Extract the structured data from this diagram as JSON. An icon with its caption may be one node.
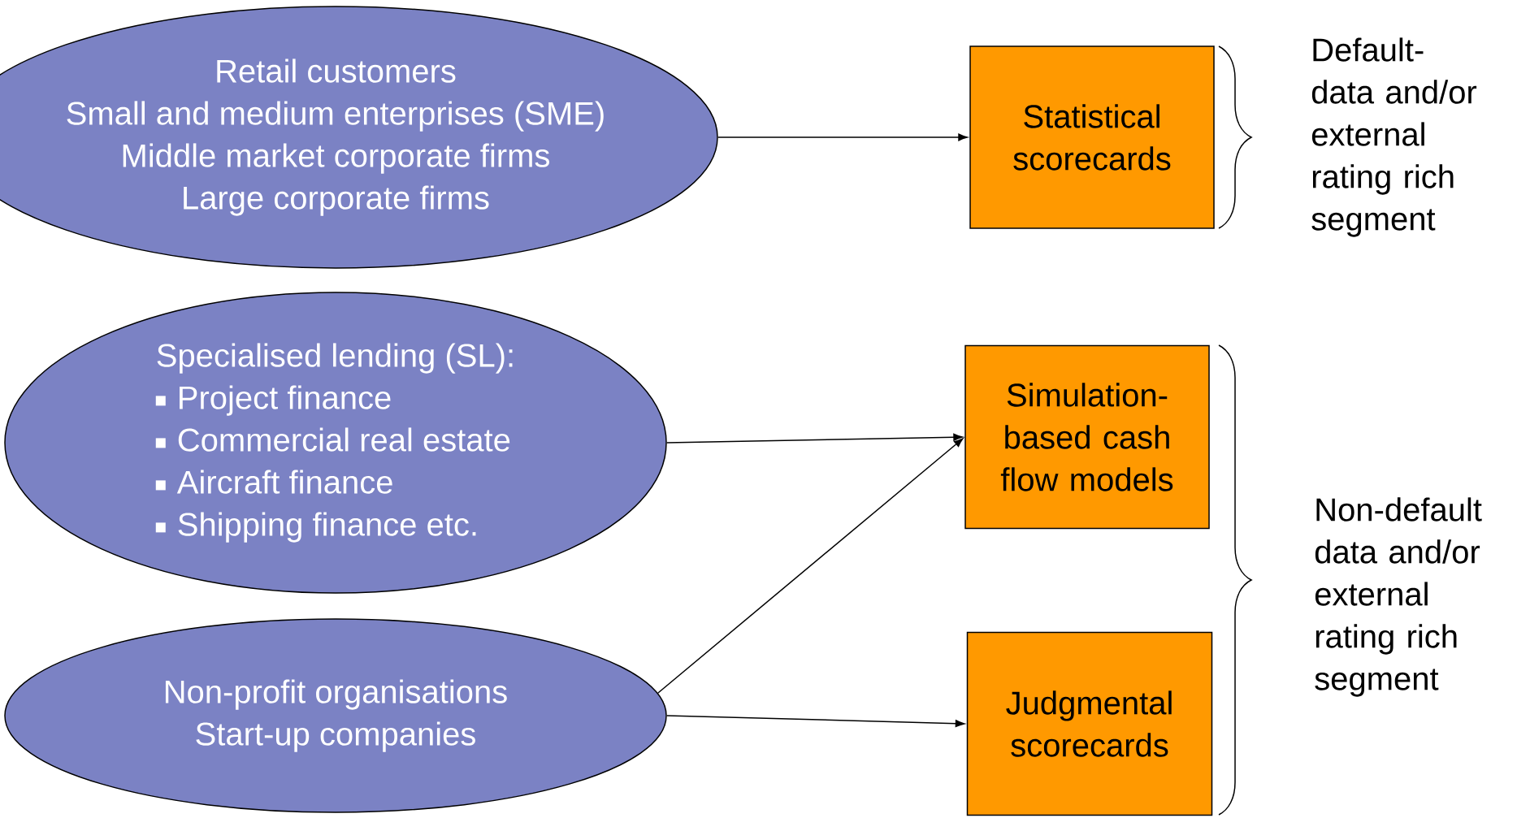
{
  "diagram": {
    "nodes": [
      {
        "text": [
          "Retail customers",
          "Small and medium enterprises (SME)",
          "Middle market corporate firms",
          "Large corporate firms"
        ]
      },
      {
        "text": [
          "Specialised lending (SL):",
          "Project finance",
          "Commercial real estate",
          "Aircraft finance",
          "Shipping finance etc."
        ]
      },
      {
        "text": [
          "Non-profit organisations",
          "Start-up companies"
        ]
      },
      {
        "text": [
          "Statistical scorecards"
        ]
      },
      {
        "text": [
          "Simulation-based cash flow models"
        ]
      },
      {
        "text": [
          "Judgmental scorecards"
        ]
      }
    ],
    "edges": [
      {
        "from": 0,
        "to": 3,
        "arrow": "to"
      },
      {
        "from": 1,
        "to": 4,
        "arrow": "to"
      },
      {
        "from": 2,
        "to": 4,
        "arrow": "to"
      },
      {
        "from": 2,
        "to": 5,
        "arrow": "to"
      }
    ],
    "labels": [
      "Default-data and/or external rating rich segment",
      "Non-default data and/or external rating rich segment"
    ]
  }
}
